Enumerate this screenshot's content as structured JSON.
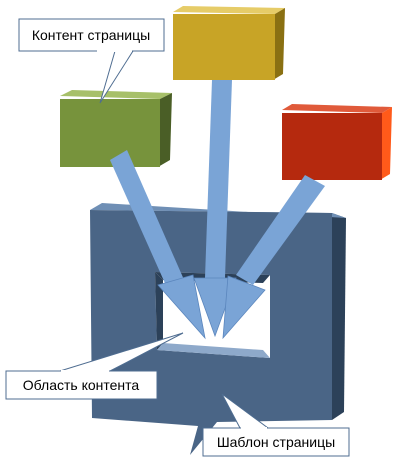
{
  "callouts": {
    "page_content": "Контент страницы",
    "content_area": "Область контента",
    "page_template": "Шаблон страницы"
  },
  "colors": {
    "green_block": "#77933c",
    "yellow_block": "#c8a426",
    "red_block": "#b5290e",
    "template_frame": "#4a6586",
    "arrow": "#7aa4d6",
    "callout_border": "#4f6d91"
  }
}
